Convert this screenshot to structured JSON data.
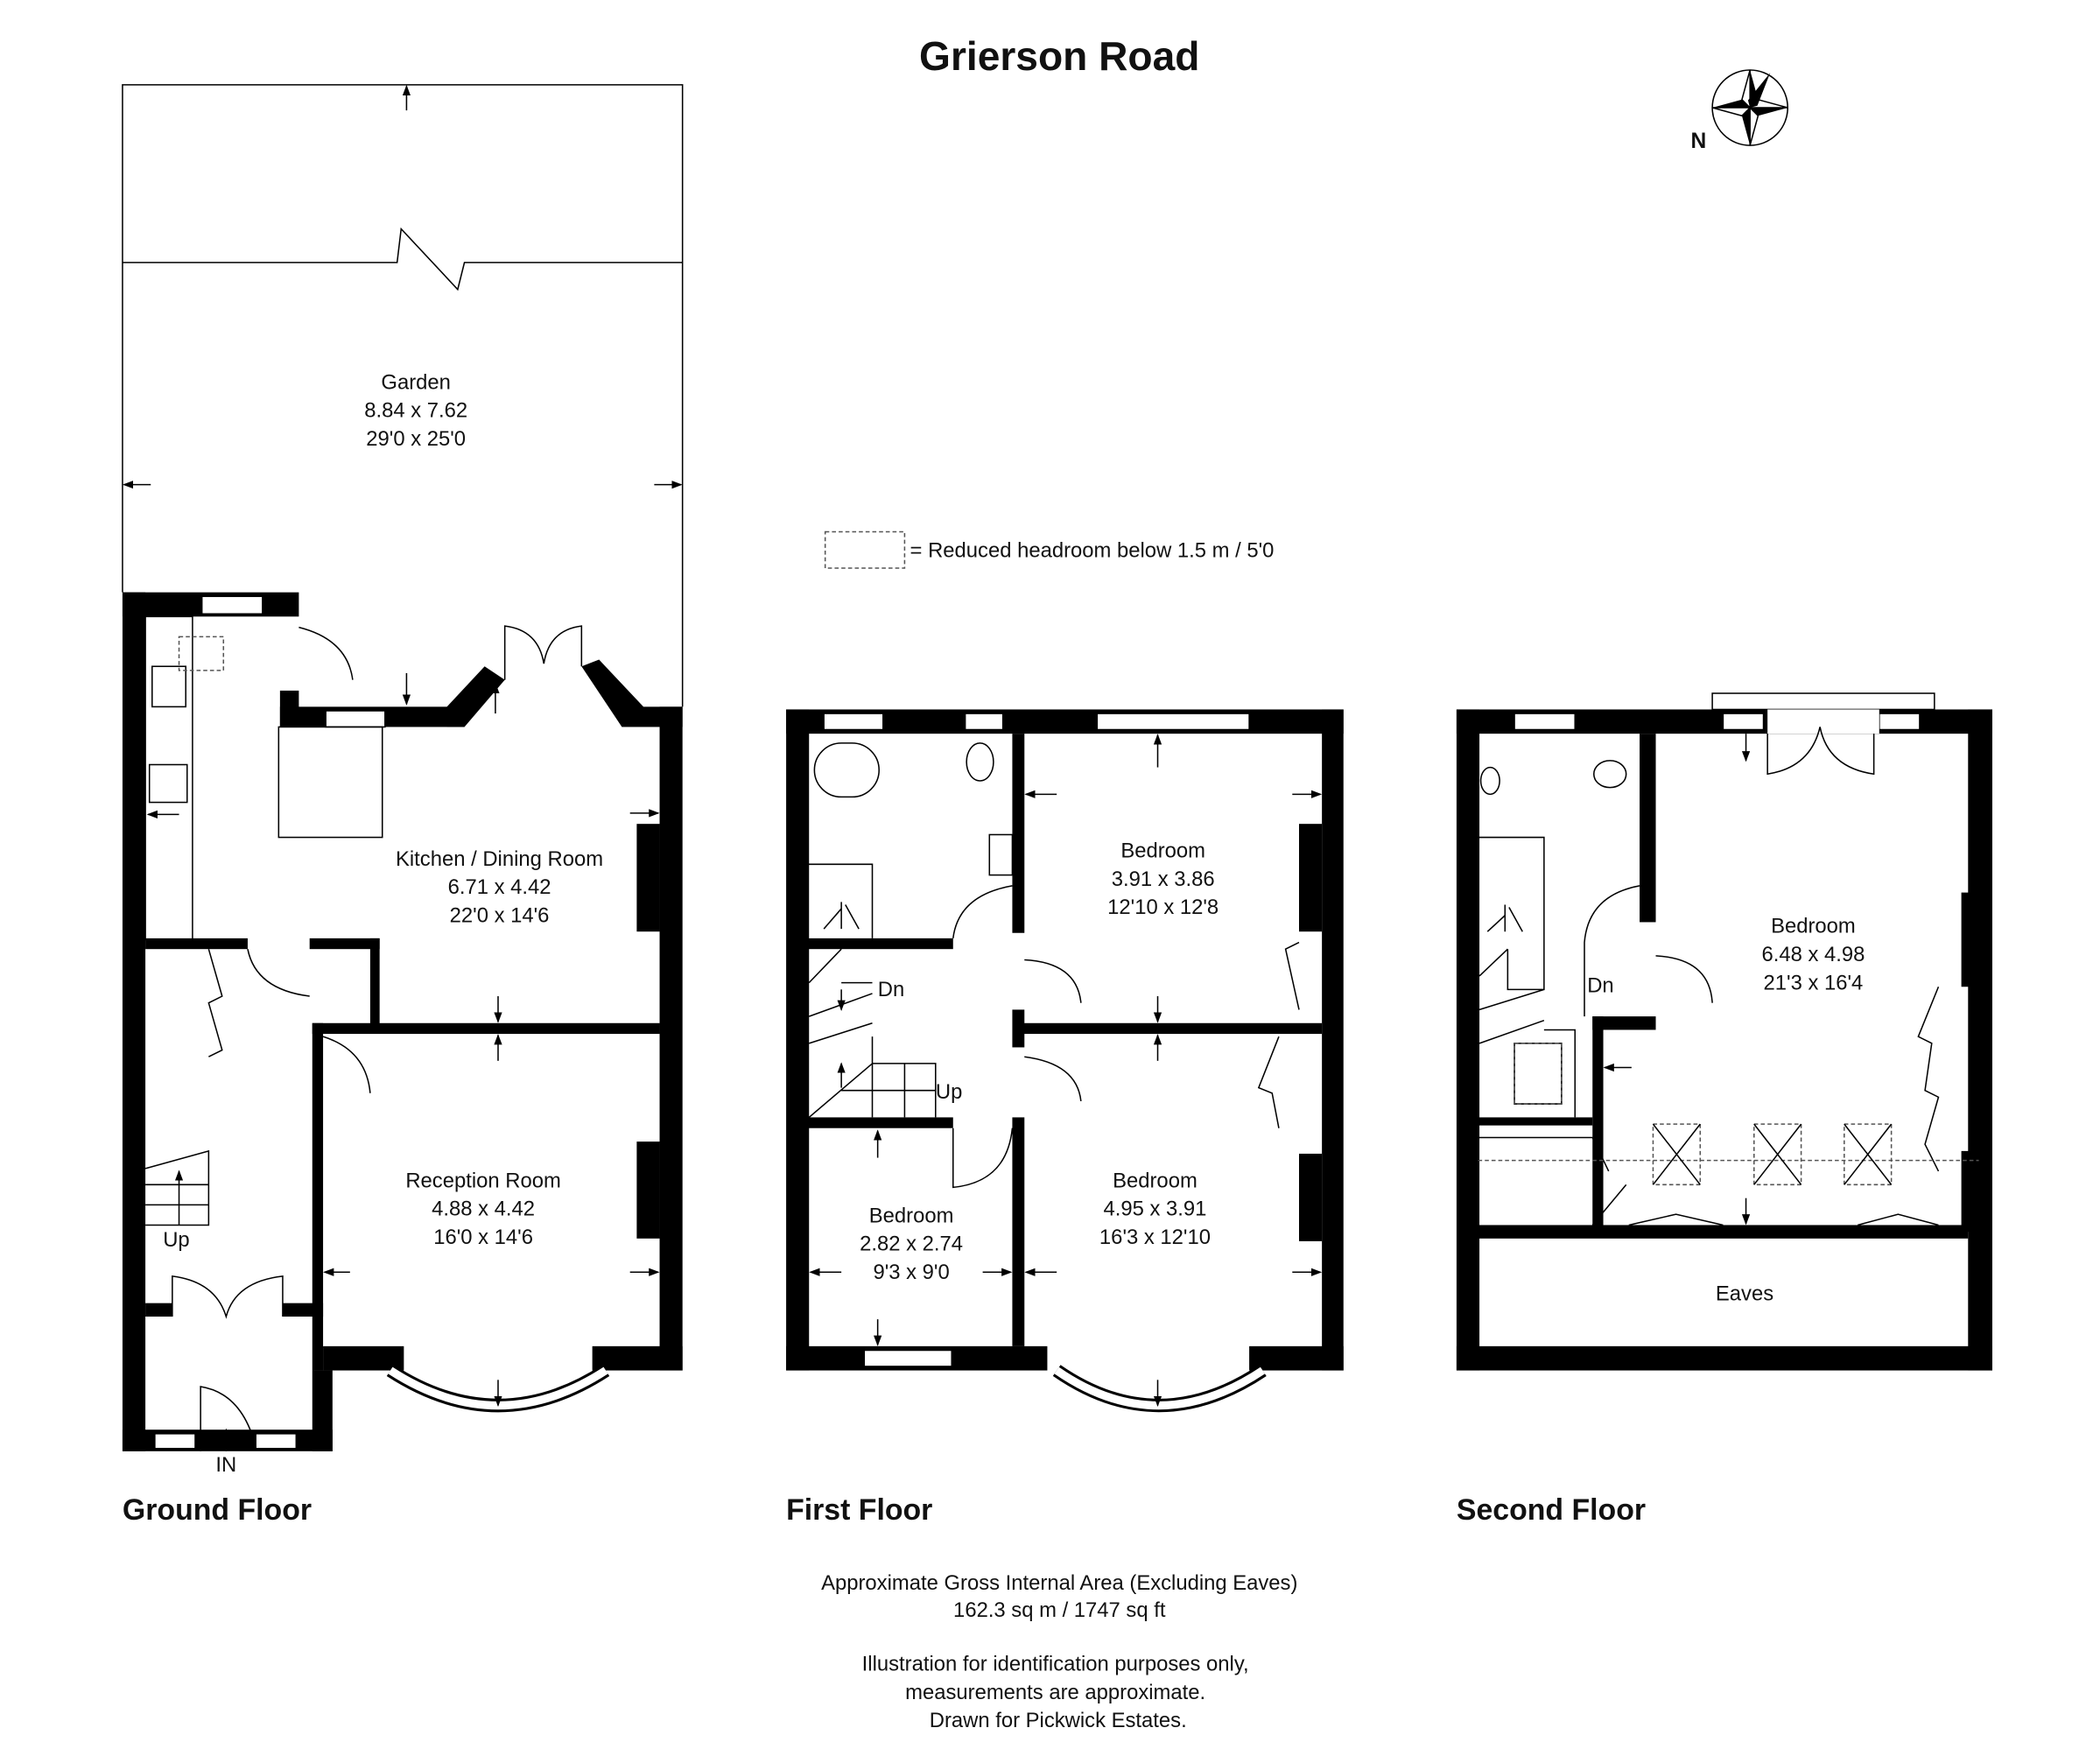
{
  "title": "Grierson Road",
  "compass": {
    "label": "N",
    "icon": "compass-rose-icon"
  },
  "key": {
    "text": "= Reduced headroom below 1.5 m / 5'0"
  },
  "ground_floor": {
    "label": "Ground Floor",
    "rooms": [
      {
        "name": "Garden",
        "metric": "8.84 x 7.62",
        "imperial": "29'0 x 25'0"
      },
      {
        "name": "Kitchen / Dining Room",
        "metric": "6.71 x 4.42",
        "imperial": "22'0 x 14'6"
      },
      {
        "name": "Reception Room",
        "metric": "4.88 x 4.42",
        "imperial": "16'0 x 14'6"
      }
    ],
    "stairs_label": "Up",
    "entrance_label": "IN"
  },
  "first_floor": {
    "label": "First Floor",
    "rooms": [
      {
        "name": "Bedroom",
        "metric": "3.91 x 3.86",
        "imperial": "12'10 x 12'8"
      },
      {
        "name": "Bedroom",
        "metric": "4.95 x 3.91",
        "imperial": "16'3 x 12'10"
      },
      {
        "name": "Bedroom",
        "metric": "2.82 x 2.74",
        "imperial": "9'3 x 9'0"
      }
    ],
    "stairs_down": "Dn",
    "stairs_up": "Up"
  },
  "second_floor": {
    "label": "Second Floor",
    "rooms": [
      {
        "name": "Bedroom",
        "metric": "6.48 x 4.98",
        "imperial": "21'3 x 16'4"
      },
      {
        "name": "Eaves"
      }
    ],
    "stairs_down": "Dn"
  },
  "area": {
    "line1": "Approximate Gross Internal Area (Excluding Eaves)",
    "line2": "162.3 sq m / 1747 sq ft"
  },
  "disclaimer": {
    "line1": "Illustration for identification purposes only,",
    "line2": "measurements are approximate.",
    "line3": "Drawn for Pickwick Estates."
  }
}
